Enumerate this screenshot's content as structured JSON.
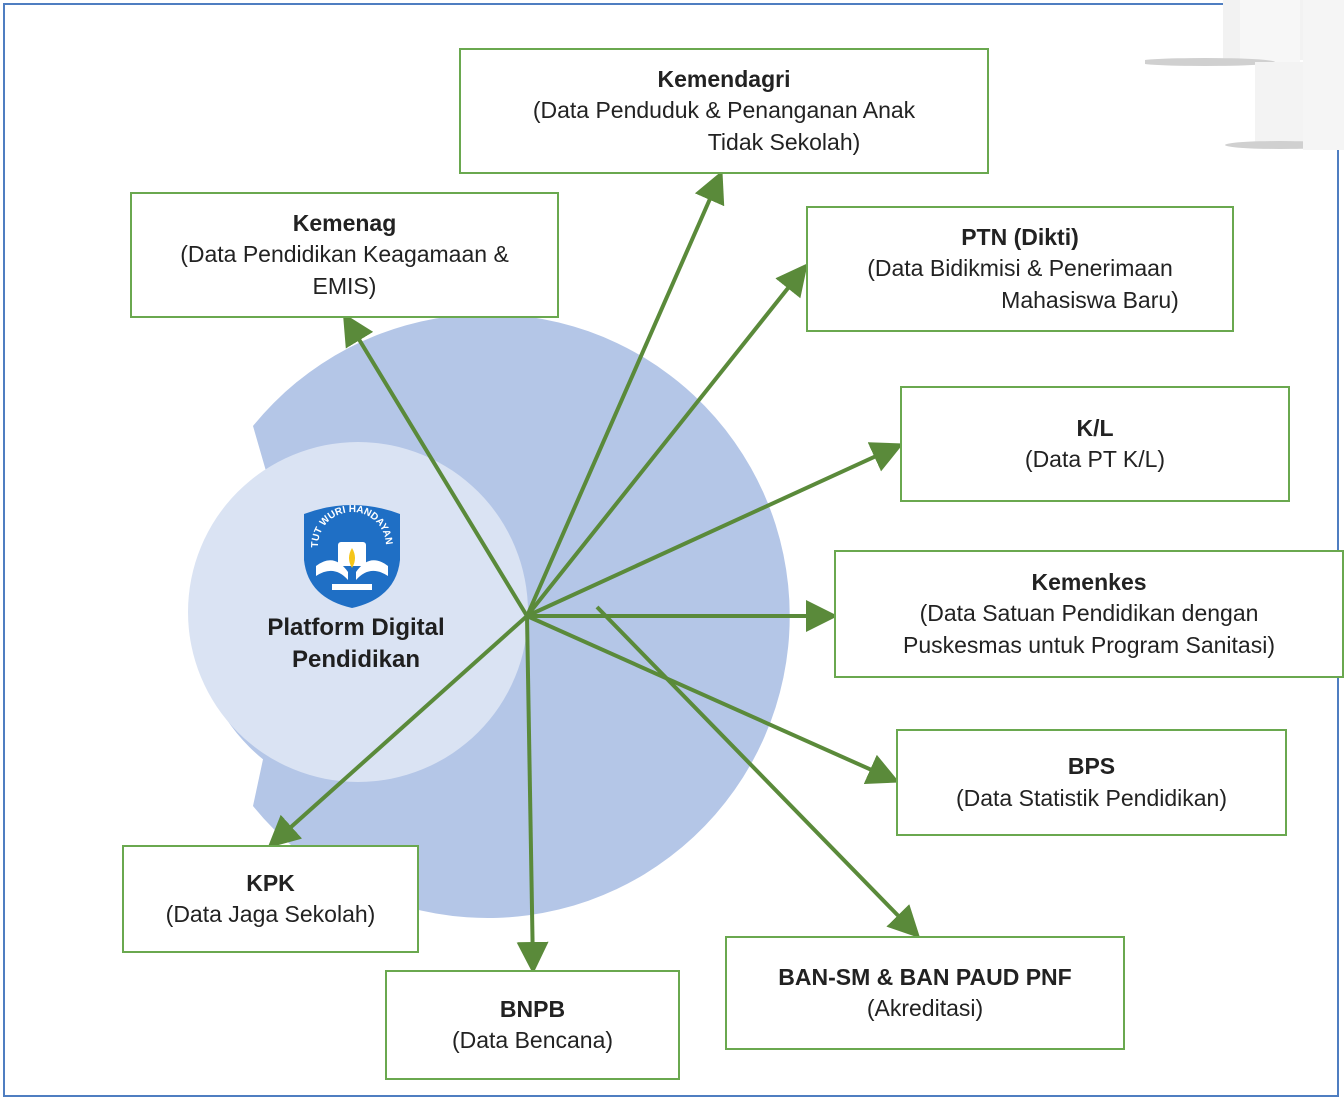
{
  "hub": {
    "title_line1": "Platform Digital",
    "title_line2": "Pendidikan",
    "logo_text": "TUT WURI HANDAYANI"
  },
  "nodes": {
    "kemendagri": {
      "title": "Kemendagri",
      "desc1": "(Data Penduduk & Penanganan Anak",
      "desc2": "Tidak Sekolah)"
    },
    "kemenag": {
      "title": "Kemenag",
      "desc1": "(Data Pendidikan Keagamaan &",
      "desc2": "EMIS)"
    },
    "ptn": {
      "title": "PTN (Dikti)",
      "desc1": "(Data Bidikmisi & Penerimaan",
      "desc2": "Mahasiswa Baru)"
    },
    "kl": {
      "title": "K/L",
      "desc1": "(Data PT K/L)"
    },
    "kemenkes": {
      "title": "Kemenkes",
      "desc1": "(Data Satuan Pendidikan dengan",
      "desc2": "Puskesmas untuk Program Sanitasi)"
    },
    "bps": {
      "title": "BPS",
      "desc1": "(Data Statistik Pendidikan)"
    },
    "kpk": {
      "title": "KPK",
      "desc1": "(Data Jaga Sekolah)"
    },
    "bnpb": {
      "title": "BNPB",
      "desc1": "(Data Bencana)"
    },
    "ban": {
      "title": "BAN-SM & BAN PAUD PNF",
      "desc1": "(Akreditasi)"
    }
  },
  "colors": {
    "arrow": "#5a8a3a",
    "box_border": "#6aa84f",
    "ring_outer": "#b4c6e7",
    "disc_inner": "#dae3f3",
    "frame": "#4f7ec1",
    "logo_blue": "#1f6fc5"
  },
  "icons": {
    "logo": "tut-wuri-handayani-logo",
    "arrow": "arrowhead"
  }
}
